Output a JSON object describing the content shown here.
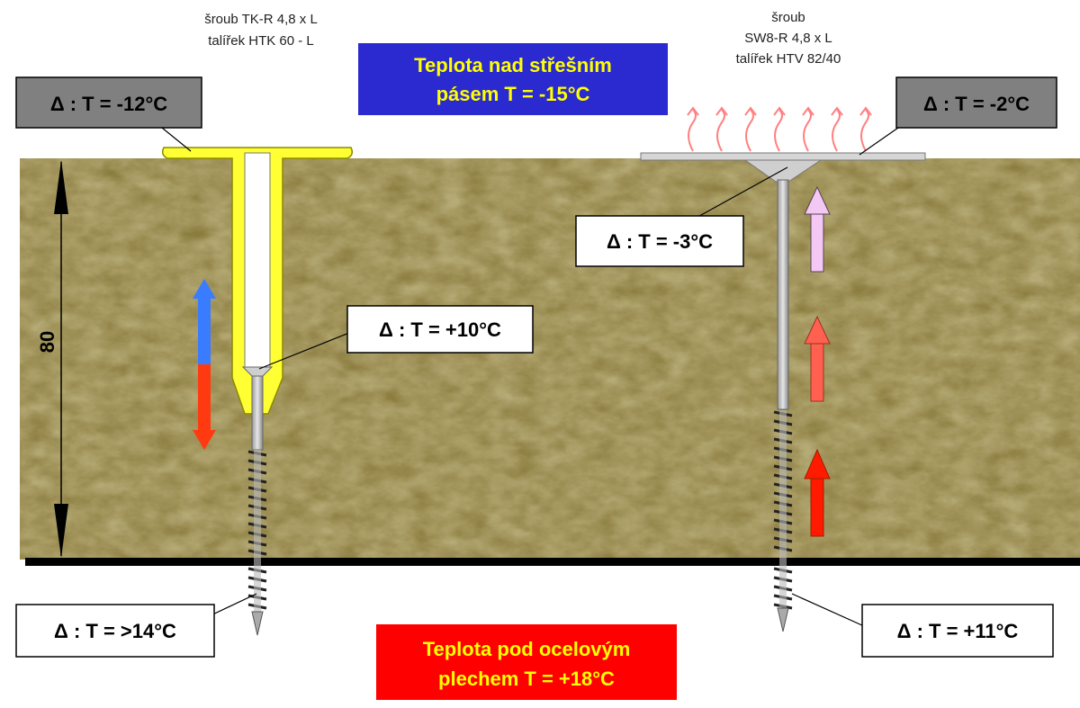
{
  "top_band": {
    "line1": "Teplota nad střešním",
    "line2": "pásem T = -15°C"
  },
  "bottom_band": {
    "line1": "Teplota pod ocelovým",
    "line2": "plechem T = +18°C"
  },
  "left_fastener": {
    "screw_label": "šroub TK-R 4,8 x L",
    "plate_label": "talířek HTK 60 - L"
  },
  "right_fastener": {
    "title": "šroub",
    "screw_label": "SW8-R 4,8 x L",
    "plate_label": "talířek  HTV 82/40"
  },
  "dimension_label": "80",
  "deltas": {
    "left_top": "Δ : T = -12°C",
    "left_mid": "Δ : T = +10°C",
    "left_bottom": "Δ : T = >14°C",
    "right_top": "Δ : T = -2°C",
    "right_mid": "Δ : T = -3°C",
    "right_bottom": "Δ : T = +11°C"
  },
  "colors": {
    "insulation": "#8c7d3f",
    "top_band_bg": "#2a2ad0",
    "top_band_text": "#ffff00",
    "bottom_band_bg": "#ff0000",
    "bottom_band_text": "#ffff00",
    "label_gray": "#808080",
    "sleeve_yellow": "#ffff33",
    "steel_sheet": "#000000"
  }
}
